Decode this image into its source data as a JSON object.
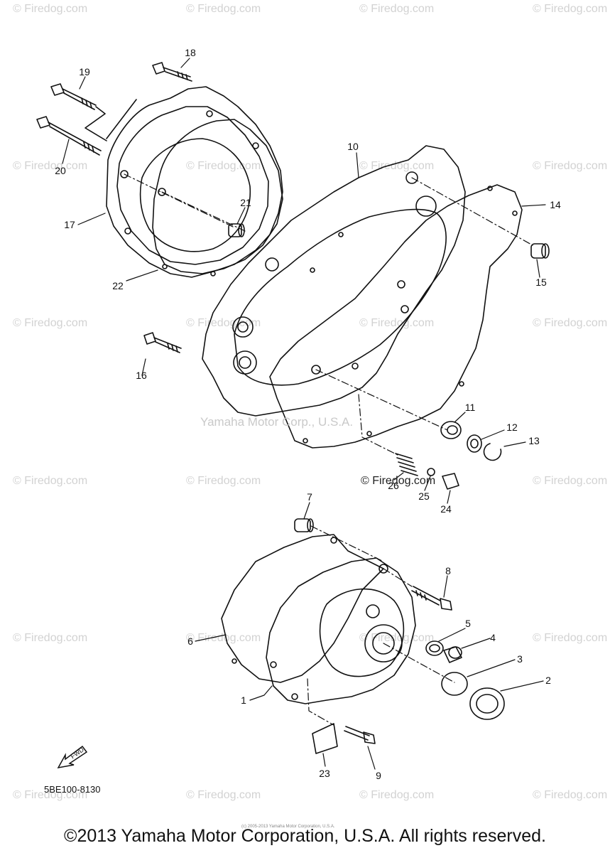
{
  "watermark_text": "© Firedog.com",
  "center_watermark": "Yamaha Motor Corp., U.S.A.",
  "center_copy": "© Firedog.com",
  "part_code": "5BE100-8130",
  "fwd_label": "FWD",
  "tiny_copyright": "(c) 2005-2013 Yamaha Motor Corporation, U.S.A.",
  "copyright": "©2013 Yamaha Motor Corporation, U.S.A. All rights reserved.",
  "callouts": [
    {
      "id": "1",
      "text": "1"
    },
    {
      "id": "2",
      "text": "2"
    },
    {
      "id": "3",
      "text": "3"
    },
    {
      "id": "4",
      "text": "4"
    },
    {
      "id": "5",
      "text": "5"
    },
    {
      "id": "6",
      "text": "6"
    },
    {
      "id": "7",
      "text": "7"
    },
    {
      "id": "8",
      "text": "8"
    },
    {
      "id": "9",
      "text": "9"
    },
    {
      "id": "10",
      "text": "10"
    },
    {
      "id": "11",
      "text": "11"
    },
    {
      "id": "12",
      "text": "12"
    },
    {
      "id": "13",
      "text": "13"
    },
    {
      "id": "14",
      "text": "14"
    },
    {
      "id": "15",
      "text": "15"
    },
    {
      "id": "16",
      "text": "16"
    },
    {
      "id": "17",
      "text": "17"
    },
    {
      "id": "18",
      "text": "18"
    },
    {
      "id": "19",
      "text": "19"
    },
    {
      "id": "20",
      "text": "20"
    },
    {
      "id": "21",
      "text": "21"
    },
    {
      "id": "22",
      "text": "22"
    },
    {
      "id": "23",
      "text": "23"
    },
    {
      "id": "24",
      "text": "24"
    },
    {
      "id": "25",
      "text": "25"
    },
    {
      "id": "26",
      "text": "26"
    }
  ]
}
